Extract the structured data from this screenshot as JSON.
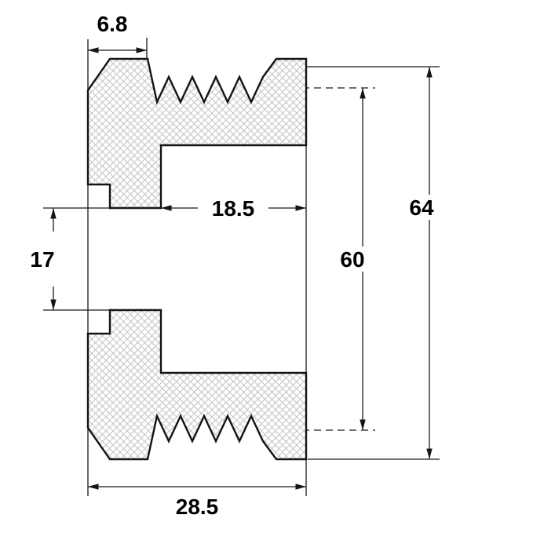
{
  "drawing": {
    "kind": "pulley-cross-section",
    "description": "Cross-section of a poly-V belt pulley with cross-hatched cut surfaces and serrated groove profile",
    "colors": {
      "line": "#141414",
      "hatch": "#c6c6c6",
      "background": "#ffffff"
    },
    "dimensions": {
      "top_width": "6.8",
      "recess_width": "18.5",
      "bore_diameter": "17",
      "groove_diameter": "60",
      "outer_diameter": "64",
      "overall_width": "28.5"
    }
  }
}
